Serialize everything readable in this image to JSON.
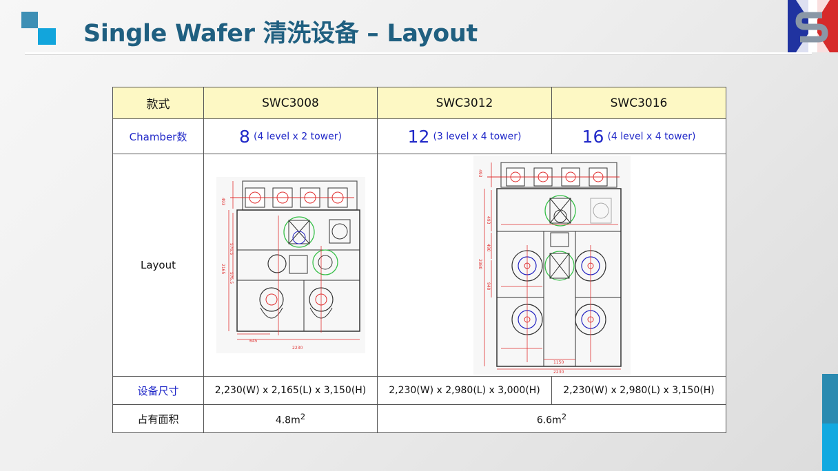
{
  "slide": {
    "title": "Single Wafer 清洗设备 – Layout"
  },
  "table": {
    "header": {
      "col0": "款式",
      "models": [
        "SWC3008",
        "SWC3012",
        "SWC3016"
      ]
    },
    "chamber_row": {
      "label": "Chamber数",
      "cells": [
        {
          "num": "8",
          "note": "(4 level x 2 tower)"
        },
        {
          "num": "12",
          "note": "(3 level x 4 tower)"
        },
        {
          "num": "16",
          "note": "(4 level x 4 tower)"
        }
      ]
    },
    "layout_row": {
      "label": "Layout",
      "drawing_a": {
        "dims": [
          "493",
          "576.5",
          "2165",
          "576.5",
          "645",
          "2230"
        ]
      },
      "drawing_b": {
        "dims": [
          "493",
          "493",
          "490",
          "2980",
          "940",
          "1150",
          "2230"
        ]
      }
    },
    "size_row": {
      "label": "设备尺寸",
      "cells": [
        "2,230(W) x 2,165(L) x 3,150(H)",
        "2,230(W) x 2,980(L) x 3,000(H)",
        "2,230(W) x 2,980(L) x 3,150(H)"
      ]
    },
    "area_row": {
      "label": "占有面积",
      "cells": [
        {
          "base": "4.8m",
          "sup": "2"
        },
        {
          "base": "6.6m",
          "sup": "2"
        }
      ]
    }
  },
  "colors": {
    "title": "#1f5f80",
    "header_fill": "#fdf8c4",
    "accent_blue": "#2028c8",
    "drawing_red": "#e03030",
    "drawing_blue": "#2020c0",
    "drawing_green": "#39c04a"
  }
}
